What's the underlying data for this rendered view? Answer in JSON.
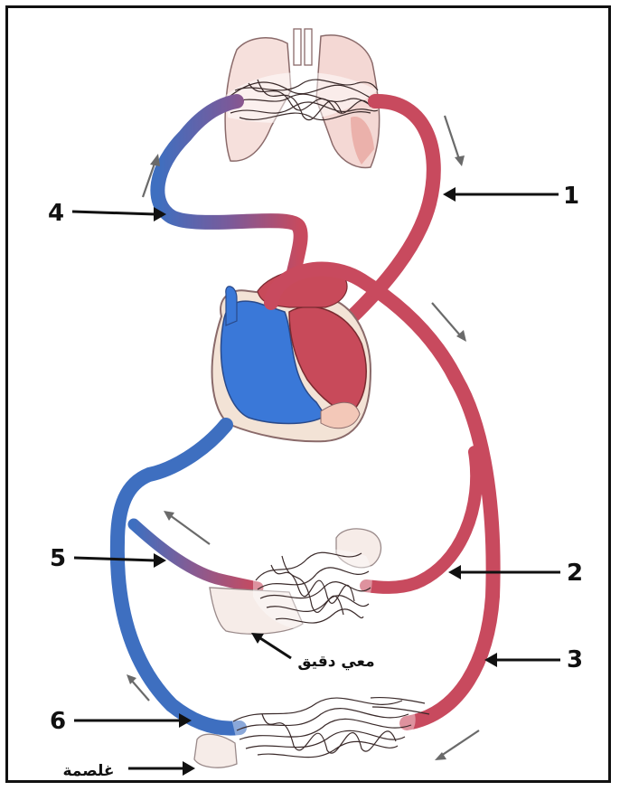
{
  "labels": {
    "l1": "1",
    "l2": "2",
    "l3": "3",
    "l4": "4",
    "l5": "5",
    "l6": "6",
    "intestine": "معي دقيق",
    "gill": "غلصمة"
  },
  "colors": {
    "oxygenated": "#c84a5e",
    "deoxygenated": "#3e6fc0",
    "heart_blue": "#3a78d8",
    "heart_red": "#c84a5a",
    "organ_fill": "#f6e0dc",
    "text": "#111111"
  }
}
